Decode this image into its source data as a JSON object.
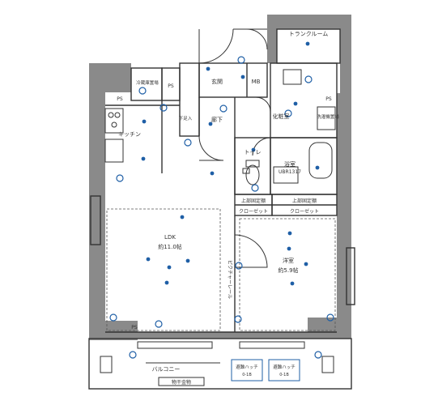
{
  "rooms": {
    "trunk_room": "トランクルーム",
    "genkan": "玄関",
    "mb": "MB",
    "ps_top": "PS",
    "ps_left": "PS",
    "ps_right": "PS",
    "ps_bottom": "PS",
    "shoe_storage": "下足入",
    "hallway": "廊下",
    "powder_room": "化粧室",
    "kitchen": "キッチン",
    "fridge": "冷蔵庫置場",
    "toilet": "トイレ",
    "bath": "浴室",
    "bath_size": "UBR1317",
    "washer": "洗濯機置場",
    "ldk": "LDK",
    "ldk_size": "約11.0帖",
    "western": "洋室",
    "western_size": "約5.9帖",
    "upper_shelf_left": "上部固定棚",
    "upper_shelf_right": "上部固定棚",
    "closet_left": "クローゼット",
    "closet_right": "クローゼット",
    "picture_rail": "ピクチャーレール",
    "balcony": "バルコニー",
    "laundry_hardware": "物干金物",
    "hatch_left": "避難ハッチ",
    "hatch_left_size": "0-1B",
    "hatch_right": "避難ハッチ",
    "hatch_right_size": "0-1B"
  },
  "colors": {
    "structure": "#8a8a8a",
    "wall_line": "#333333",
    "fixture_blue": "#1f5fa6"
  }
}
